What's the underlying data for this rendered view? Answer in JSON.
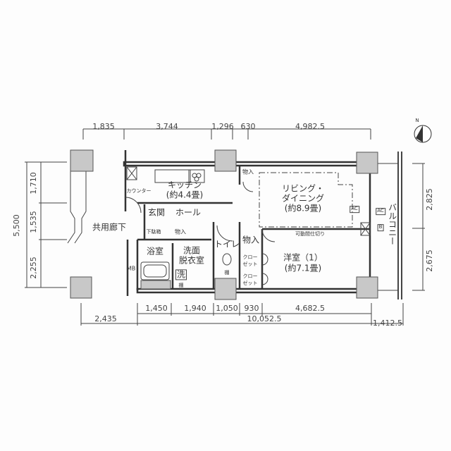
{
  "dimensions": {
    "top": [
      "1,835",
      "3,744",
      "1,296",
      "630",
      "4,982.5"
    ],
    "bottom_inner": [
      "1,450",
      "1,940",
      "1,050",
      "930",
      "4,682.5"
    ],
    "bottom_outer": [
      "2,435",
      "10,052.5",
      "1,412.5"
    ],
    "left_total": "5,500",
    "left": [
      "1,710",
      "1,535",
      "2,255"
    ],
    "right": [
      "2,825",
      "2,675"
    ]
  },
  "rooms": {
    "kitchen": "キッチン",
    "kitchen_size": "(約4.4畳)",
    "counter": "カウンター",
    "storage_kitchen": "物入",
    "living_1": "リビング・",
    "living_2": "ダイニング",
    "living_size": "(約8.9畳)",
    "ac": "AC",
    "balcony": "バルコニー",
    "ac2": "AC",
    "b": "B",
    "entrance": "玄関",
    "hall": "ホール",
    "shoe_box": "下駄箱",
    "storage_hall": "物入",
    "corridor": "共用廊下",
    "partition": "可動間仕切り",
    "bath": "浴室",
    "wash_1": "洗面",
    "wash_2": "脱衣室",
    "toilet": "トイレ",
    "storage_bed": "物入",
    "closet_1a": "クロー",
    "closet_1b": "ゼット",
    "closet_2a": "クロー",
    "closet_2b": "ゼット",
    "bedroom": "洋室（1）",
    "bedroom_size": "(約7.1畳)",
    "mb": "MB",
    "washer": "洗",
    "shelf_1": "棚",
    "shelf_2": "棚"
  },
  "compass": "N"
}
